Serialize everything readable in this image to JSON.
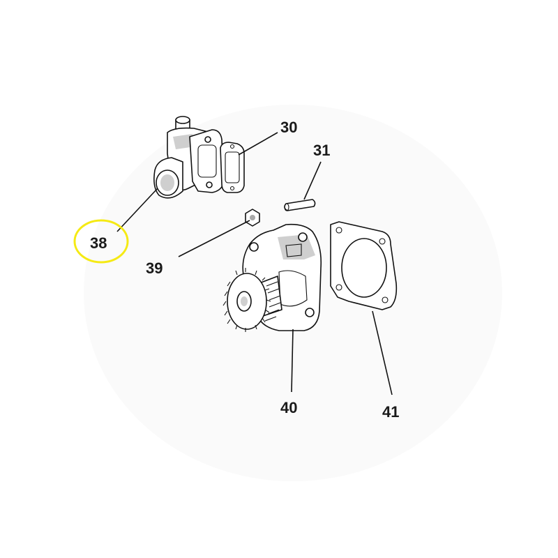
{
  "parts": [
    {
      "id": "30",
      "name": "gasket"
    },
    {
      "id": "31",
      "name": "dowel-pin"
    },
    {
      "id": "38",
      "name": "thermostat-housing"
    },
    {
      "id": "39",
      "name": "nut"
    },
    {
      "id": "40",
      "name": "water-pump"
    },
    {
      "id": "41",
      "name": "pump-gasket"
    }
  ],
  "highlight": {
    "part_id": "38",
    "color": "#f5ea14"
  }
}
